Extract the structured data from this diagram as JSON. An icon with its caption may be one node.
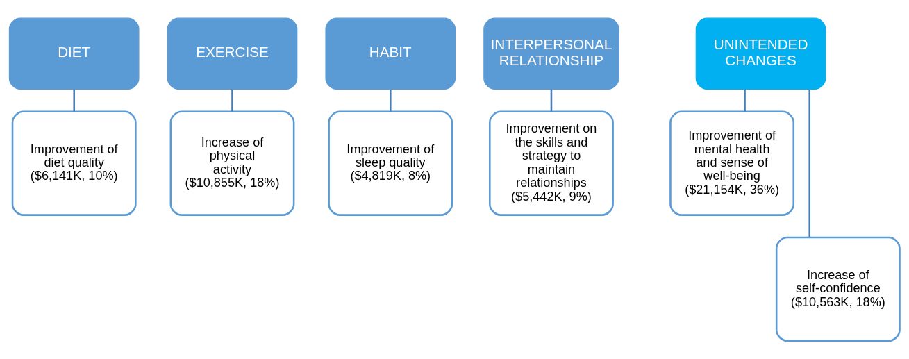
{
  "diagram": {
    "nodes": [
      {
        "text": [
          "DIET"
        ]
      },
      {
        "text": [
          "Improvement of diet quality",
          "($6,141K, 10%)"
        ]
      },
      {
        "text": [
          "EXERCISE"
        ]
      },
      {
        "text": [
          "Increase of physical activity",
          "($10,855K, 18%)"
        ]
      },
      {
        "text": [
          "HABIT"
        ]
      },
      {
        "text": [
          "Improvement of sleep quality",
          "($4,819K, 8%)"
        ]
      },
      {
        "text": [
          "INTERPERSONAL RELATIONSHIP"
        ]
      },
      {
        "text": [
          "Improvement on the skills and strategy to maintain relationships",
          "($5,442K, 9%)"
        ]
      },
      {
        "text": [
          "UNINTENDED CHANGES"
        ]
      },
      {
        "text": [
          "Improvement of mental health and sense of well-being",
          "($21,154K, 36%)"
        ]
      },
      {
        "text": [
          "Increase of self-confidence",
          "($10,563K, 18%)"
        ]
      }
    ],
    "edges": [
      {
        "from": 0,
        "to": 1,
        "arrow": "none"
      },
      {
        "from": 2,
        "to": 3,
        "arrow": "none"
      },
      {
        "from": 4,
        "to": 5,
        "arrow": "none"
      },
      {
        "from": 6,
        "to": 7,
        "arrow": "none"
      },
      {
        "from": 8,
        "to": 9,
        "arrow": "none"
      },
      {
        "from": 8,
        "to": 10,
        "arrow": "none"
      }
    ]
  }
}
